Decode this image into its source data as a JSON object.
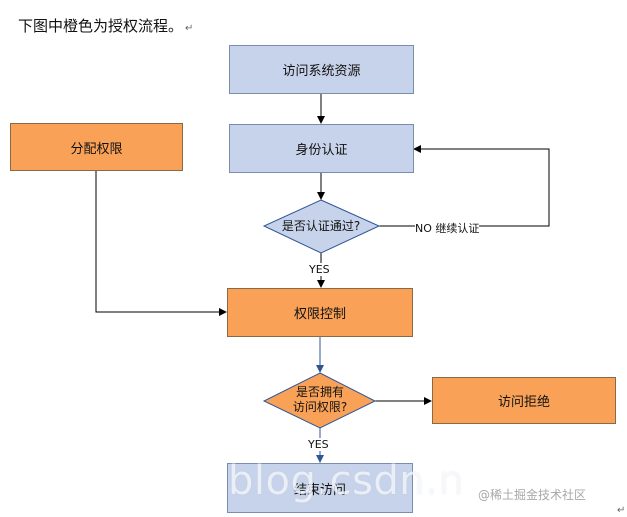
{
  "heading": {
    "text": "下图中橙色为授权流程。",
    "return_mark": "↵"
  },
  "nodes": {
    "access_system_resource": "访问系统资源",
    "identity_auth": "身份认证",
    "auth_passed_q_line1": "是否认证通过?",
    "assign_permission": "分配权限",
    "permission_control": "权限控制",
    "has_permission_q_line1": "是否拥有",
    "has_permission_q_line2": "访问权限?",
    "access_denied": "访问拒绝",
    "end_access": "结束访问"
  },
  "edges": {
    "no_continue_auth": "NO 继续认证",
    "yes_1": "YES",
    "yes_2": "YES"
  },
  "colors": {
    "blue_fill": "#c7d3ea",
    "orange_fill": "#f9a257",
    "connector_black": "#000000",
    "connector_blue": "#2f5597"
  },
  "watermark": "blog.csdn.n",
  "credit": "@稀土掘金技术社区",
  "end_mark": "↵"
}
